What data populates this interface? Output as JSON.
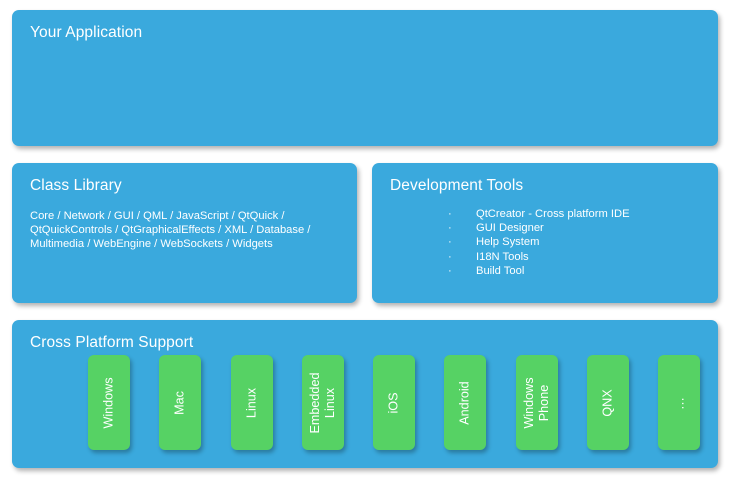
{
  "diagram": {
    "colors": {
      "panel_blue": "#3aa9dd",
      "platform_green": "#56d264",
      "text": "#ffffff",
      "background": "#ffffff"
    },
    "layers": {
      "application": {
        "title": "Your Application"
      },
      "class_library": {
        "title": "Class Library",
        "modules_text": "Core / Network  / GUI  / QML / JavaScript / QtQuick / QtQuickControls / QtGraphicalEffects / XML / Database / Multimedia / WebEngine / WebSockets / Widgets"
      },
      "development_tools": {
        "title": "Development Tools",
        "bullet_glyph": "·",
        "items": [
          "QtCreator - Cross platform IDE",
          "GUI Designer",
          "Help System",
          "I18N Tools",
          "Build Tool"
        ]
      },
      "cross_platform_support": {
        "title": "Cross Platform Support",
        "platforms": [
          "Windows",
          "Mac",
          "Linux",
          "Embedded\nLinux",
          "iOS",
          "Android",
          "Windows\nPhone",
          "QNX",
          "…"
        ]
      }
    }
  }
}
